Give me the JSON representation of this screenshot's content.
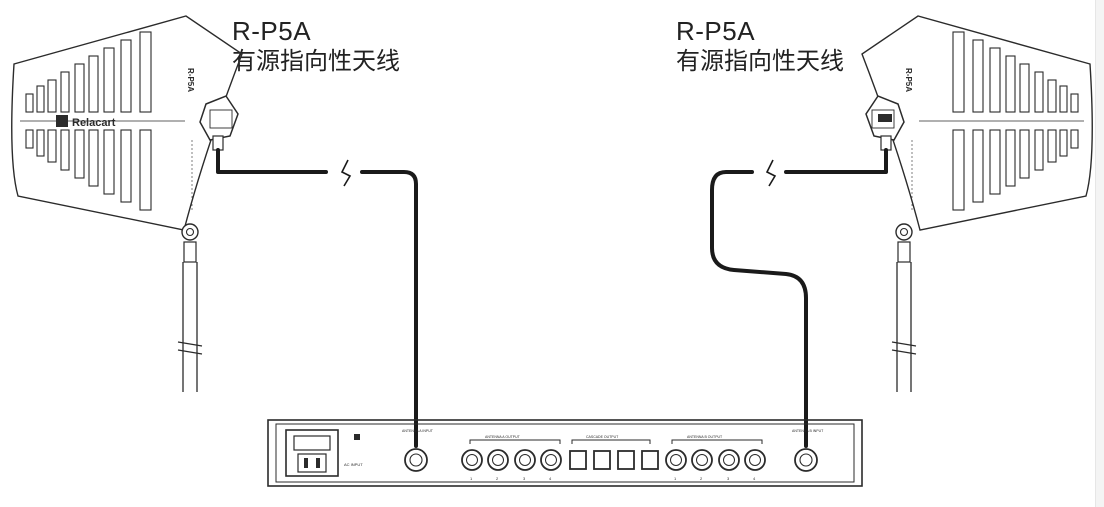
{
  "left_antenna": {
    "model": "R-P5A",
    "description": "有源指向性天线",
    "brand": "Relacart",
    "plate_text": "R-P5A"
  },
  "right_antenna": {
    "model": "R-P5A",
    "description": "有源指向性天线",
    "plate_text": "R-P5A"
  },
  "rack_unit": {
    "group_a": "ANTENNA A OUTPUT",
    "group_cascade": "CASCADE OUTPUT",
    "group_b": "ANTENNA B OUTPUT",
    "input_a": "ANTENNA A INPUT",
    "input_b": "ANTENNA B INPUT",
    "power_label": "AC INPUT",
    "port_numbers": [
      "1",
      "2",
      "3",
      "4"
    ]
  },
  "colors": {
    "outline": "#2b2b2b",
    "cable": "#1a1a1a",
    "text": "#222222",
    "background": "#ffffff"
  }
}
